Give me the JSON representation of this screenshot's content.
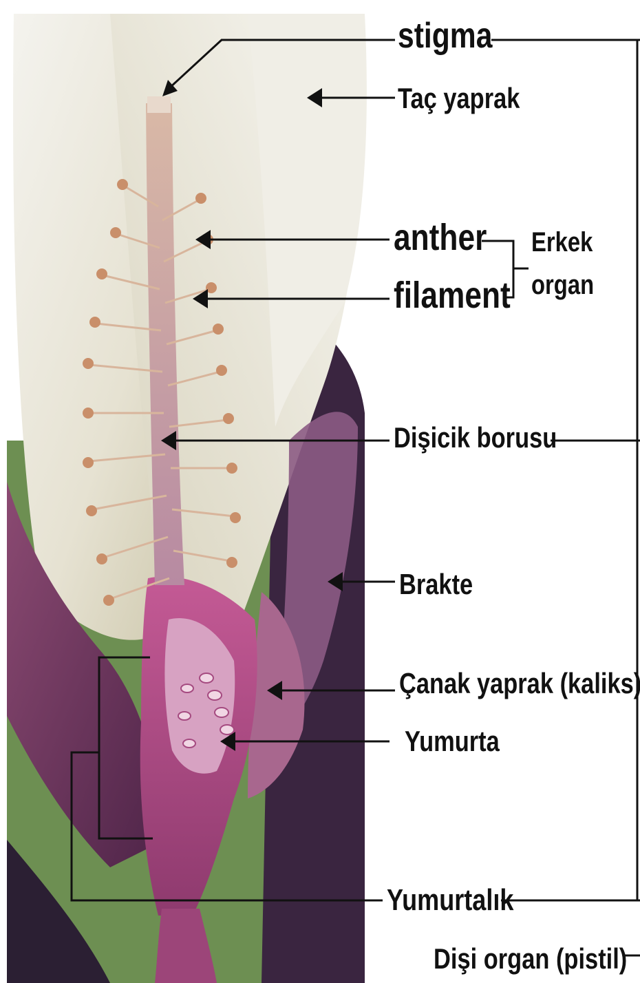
{
  "labels": {
    "stigma": "stigma",
    "tac_yaprak": "Taç yaprak",
    "anther": "anther",
    "filament": "filament",
    "erkek": "Erkek",
    "organ": "organ",
    "disicik_borusu": "Dişicik borusu",
    "brakte": "Brakte",
    "canak_yaprak": "Çanak yaprak (kaliks)",
    "yumurta": "Yumurta",
    "yumurtalik": "Yumurtalık",
    "disi_organ": "Dişi organ (pistil)"
  },
  "colors": {
    "line": "#111111",
    "petal": "#e9e6dc",
    "petal_shade": "#c9c3a8",
    "calyx_purple": "#7a2f5e",
    "ovary_pink": "#b04a86",
    "stamen_tan": "#c98f6a",
    "leaf_green": "#5f8f45",
    "dark_purple": "#3a2540"
  }
}
